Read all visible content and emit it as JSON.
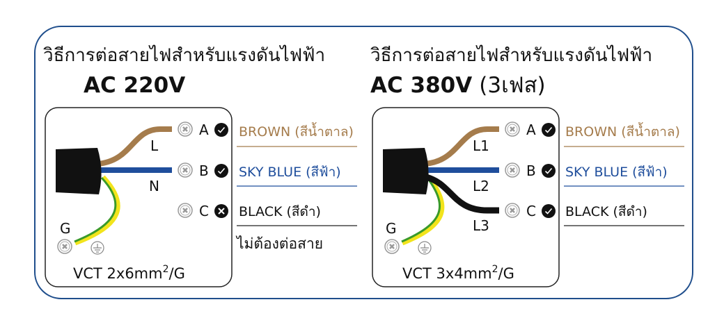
{
  "colors": {
    "frame": "#1f4e8c",
    "brown": "#a57c4c",
    "blue": "#1f4e9c",
    "black": "#111111",
    "green": "#3a9a2a",
    "yellow": "#f2e41c"
  },
  "left": {
    "title": "วิธีการต่อสายไฟสำหรับแรงดันไฟฟ้า",
    "voltage": "AC 220V",
    "terminals": [
      {
        "letter": "A",
        "status": "check-icon",
        "wire": "L",
        "label": "BROWN (สีน้ำตาล)"
      },
      {
        "letter": "B",
        "status": "check-icon",
        "wire": "N",
        "label": "SKY BLUE (สีฟ้า)"
      },
      {
        "letter": "C",
        "status": "cross-icon",
        "wire": "",
        "label": "BLACK (สีดำ)"
      }
    ],
    "note": "ไม่ต้องต่อสาย",
    "ground": "G",
    "cable": "VCT 2x6mm",
    "cable_sup": "2",
    "cable_suffix": "/G"
  },
  "right": {
    "title": "วิธีการต่อสายไฟสำหรับแรงดันไฟฟ้า",
    "voltage": "AC 380V",
    "phase": "(3เฟส)",
    "terminals": [
      {
        "letter": "A",
        "status": "check-icon",
        "wire": "L1",
        "label": "BROWN (สีน้ำตาล)"
      },
      {
        "letter": "B",
        "status": "check-icon",
        "wire": "L2",
        "label": "SKY BLUE (สีฟ้า)"
      },
      {
        "letter": "C",
        "status": "check-icon",
        "wire": "L3",
        "label": "BLACK (สีดำ)"
      }
    ],
    "ground": "G",
    "cable": "VCT 3x4mm",
    "cable_sup": "2",
    "cable_suffix": "/G"
  }
}
